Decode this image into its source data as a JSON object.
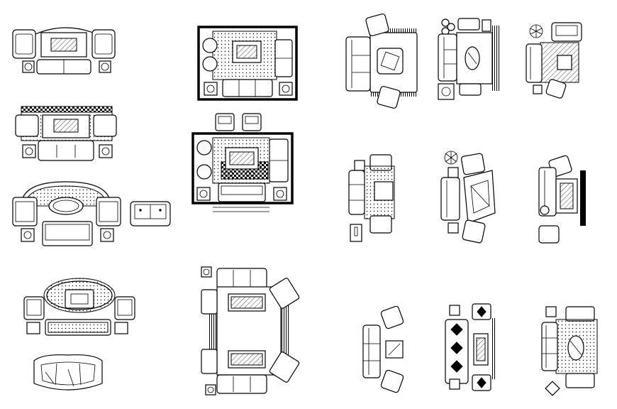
{
  "drawing": {
    "background": "#ffffff",
    "line_color": "#000000",
    "blocks": [
      {
        "id": "b1",
        "icon": "sofa-set-with-side-tables-icon"
      },
      {
        "id": "b2",
        "icon": "sofa-set-on-dotted-rug-icon"
      },
      {
        "id": "b3",
        "icon": "curved-sofa-set-with-oval-table-icon"
      },
      {
        "id": "b4",
        "icon": "loveseat-icon"
      },
      {
        "id": "b5",
        "icon": "round-rug-seating-icon"
      },
      {
        "id": "b6",
        "icon": "curved-sofa-icon"
      },
      {
        "id": "b7",
        "icon": "framed-room-layout-icon"
      },
      {
        "id": "b8",
        "icon": "framed-room-layout-with-dining-chairs-icon"
      },
      {
        "id": "b9",
        "icon": "double-table-seating-layout-icon"
      },
      {
        "id": "b10",
        "icon": "l-sofa-with-fringe-rug-icon"
      },
      {
        "id": "b11",
        "icon": "sofa-with-oval-table-and-plant-icon"
      },
      {
        "id": "b12",
        "icon": "sofa-with-plant-and-square-rug-icon"
      },
      {
        "id": "b13",
        "icon": "sofa-table-arrangement-icon"
      },
      {
        "id": "b14",
        "icon": "angled-sofa-set-icon"
      },
      {
        "id": "b15",
        "icon": "corner-sofa-with-tv-icon"
      },
      {
        "id": "b16",
        "icon": "sofa-with-square-table-icon"
      },
      {
        "id": "b17",
        "icon": "patterned-sofa-set-icon"
      },
      {
        "id": "b18",
        "icon": "sofa-with-dotted-rug-icon"
      }
    ]
  }
}
